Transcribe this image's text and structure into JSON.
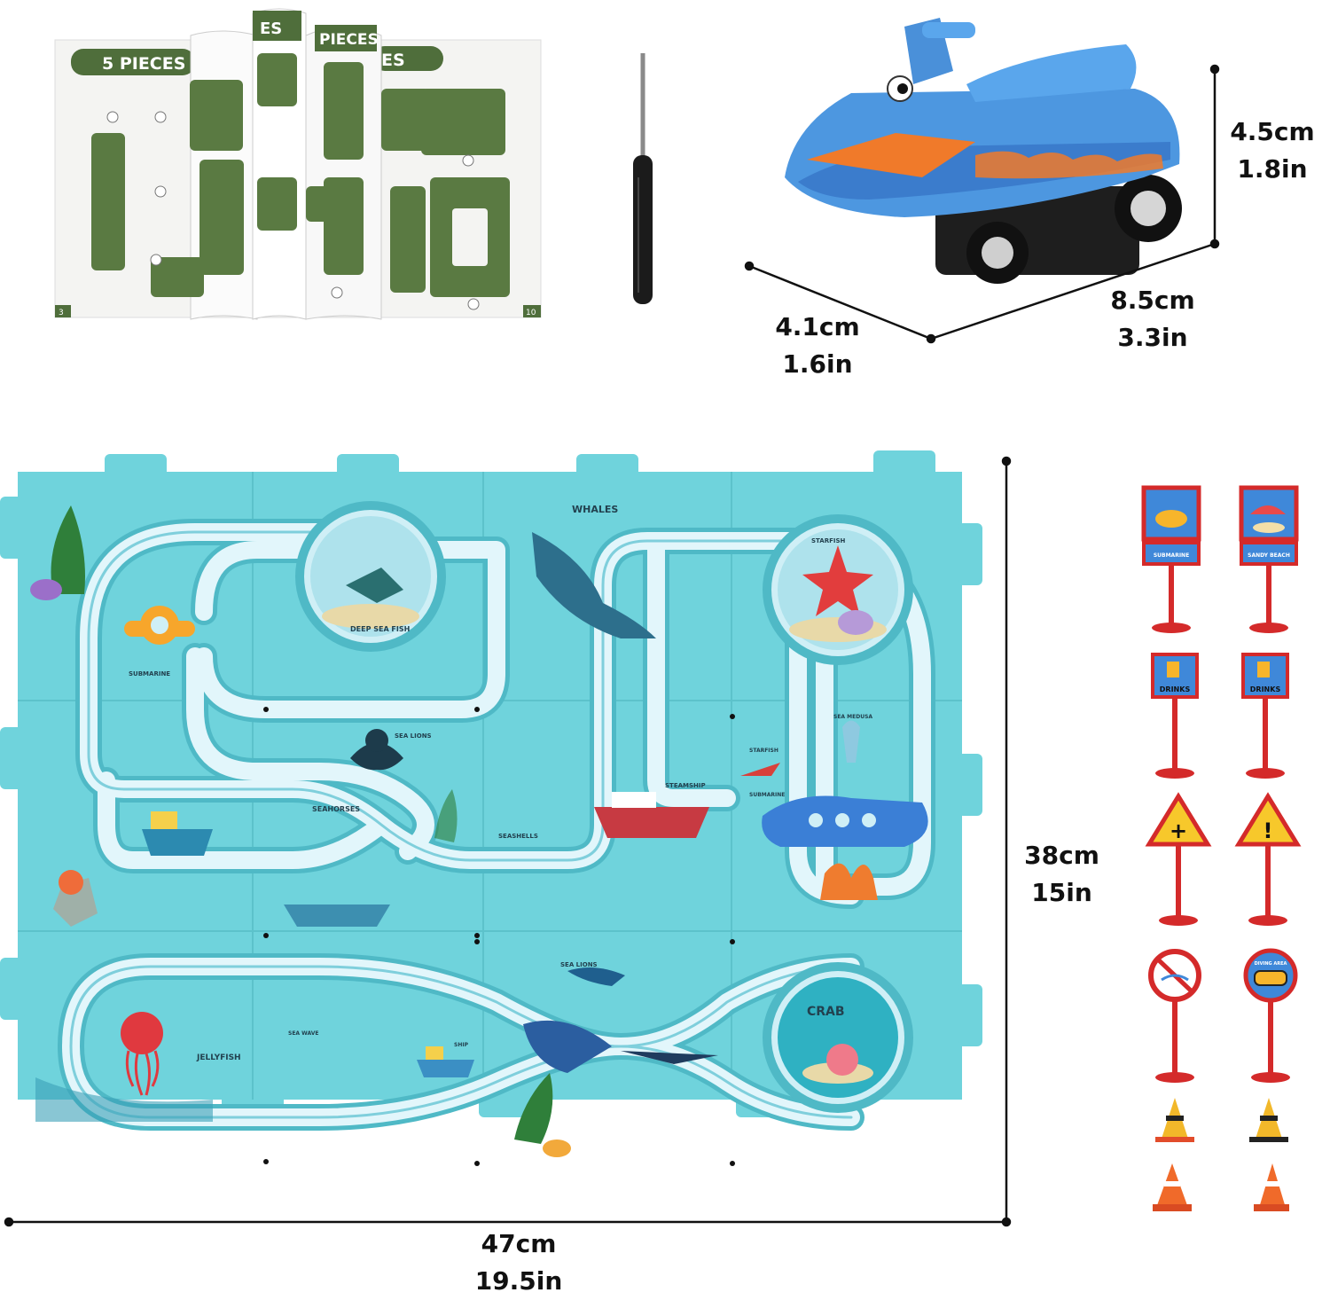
{
  "booklet": {
    "pages": [
      "5 PIECES",
      "ES",
      "PIECES",
      "ES"
    ],
    "page_numbers": [
      "3",
      "10"
    ]
  },
  "jetski": {
    "height_cm": "4.5cm",
    "height_in": "1.8in",
    "length_cm": "8.5cm",
    "length_in": "3.3in",
    "width_cm": "4.1cm",
    "width_in": "1.6in"
  },
  "mat": {
    "height_cm": "38cm",
    "height_in": "15in",
    "width_cm": "47cm",
    "width_in": "19.5in",
    "labels": {
      "whales": "WHALES",
      "starfish": "STARFISH",
      "deep_sea_fish": "DEEP SEA FISH",
      "submarine": "SUBMARINE",
      "sea_lions_1": "SEA LIONS",
      "seahorses": "SEAHORSES",
      "seashells": "SEASHELLS",
      "steamship": "STEAMSHIP",
      "sea_medusa": "SEA MEDUSA",
      "starfish_2": "STARFISH",
      "submarine_2": "SUBMARINE",
      "sea_lions_2": "SEA LIONS",
      "crab": "CRAB",
      "jellyfish": "JELLYFISH",
      "sea_waves": "SEA WAVE",
      "ship": "SHIP"
    }
  },
  "signs": {
    "submarine": "SUBMARINE",
    "sandy_beach": "SANDY BEACH",
    "drinks_1": "DRINKS",
    "drinks_2": "DRINKS",
    "diving_area": "DIVING AREA"
  },
  "colors": {
    "mat": "#6fd3dc",
    "track": "#dff4fa",
    "jetski_blue": "#4d97e0",
    "jetski_orange": "#f07a2a",
    "booklet_green": "#4f6e3b",
    "sign_red": "#d42a2a"
  }
}
